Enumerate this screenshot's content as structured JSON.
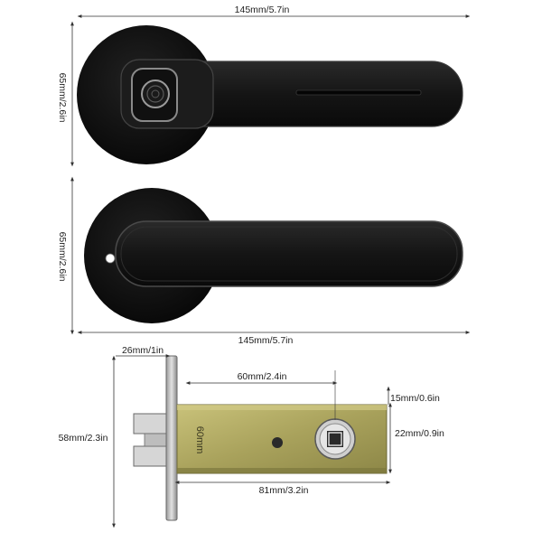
{
  "dimensions": {
    "top_handle_width": "145mm/5.7in",
    "top_handle_height": "65mm/2.6in",
    "bottom_handle_height": "65mm/2.6in",
    "bottom_handle_width": "145mm/5.7in",
    "faceplate_width": "26mm/1in",
    "backset": "60mm/2.4in",
    "latch_face_height": "15mm/0.6in",
    "latch_body_height": "58mm/2.3in",
    "spindle_offset": "22mm/0.9in",
    "latch_length": "81mm/3.2in"
  },
  "latch_stamp": "60mm",
  "colors": {
    "handle": "#141414",
    "handle_highlight": "#3a3a3a",
    "latch_metal": "#b9b26a",
    "latch_dark": "#8a8446",
    "bolt": "#cfcfcf",
    "dimension_line": "#333333"
  },
  "icons": {
    "fingerprint_sensor": "fingerprint-icon",
    "keyhole": "keyhole-icon",
    "spindle_hole": "square-hole-icon"
  }
}
